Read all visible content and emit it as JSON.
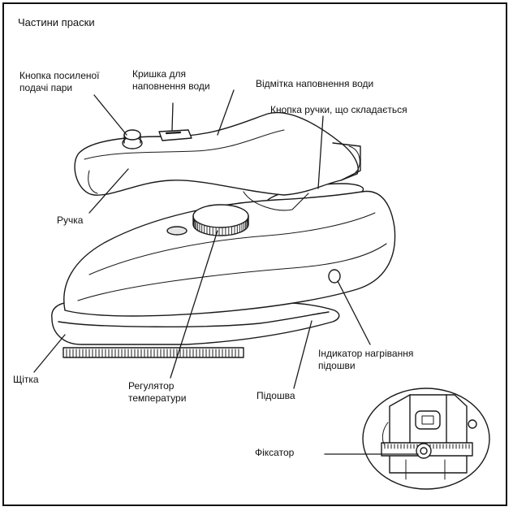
{
  "title": "Частини праски",
  "labels": {
    "steam_button": "Кнопка посиленої\nподачі пари",
    "water_cap": "Кришка для\nнаповнення води",
    "water_mark": "Відмітка наповнення води",
    "fold_button": "Кнопка ручки, що складається",
    "handle": "Ручка",
    "brush": "Щітка",
    "temp_regulator": "Регулятор\nтемператури",
    "soleplate": "Підошва",
    "heat_indicator": "Індикатор нагрівання\nпідошви",
    "lock": "Фіксатор"
  },
  "colors": {
    "line": "#1a1a1a",
    "shade": "#e6e6e6",
    "paper": "#ffffff"
  }
}
